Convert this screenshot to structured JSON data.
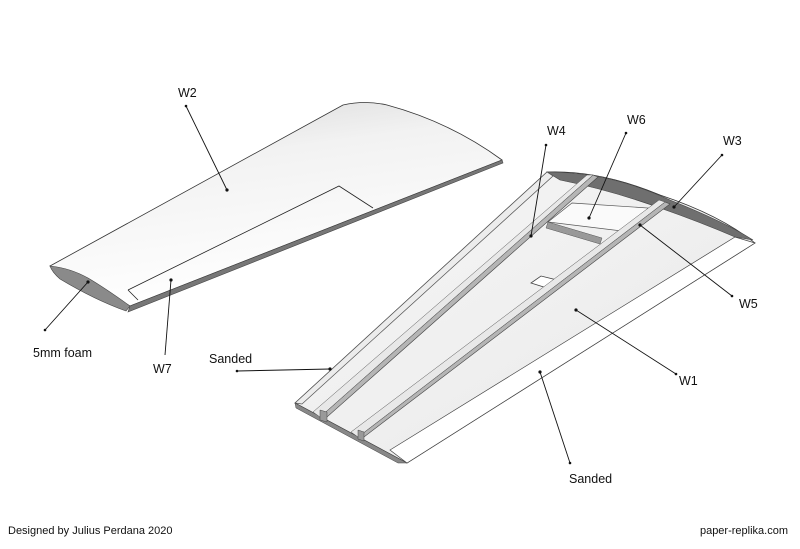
{
  "labels": {
    "w1": "W1",
    "w2": "W2",
    "w3": "W3",
    "w4": "W4",
    "w5": "W5",
    "w6": "W6",
    "w7": "W7",
    "foam": "5mm foam",
    "sanded_left": "Sanded",
    "sanded_right": "Sanded"
  },
  "footer": {
    "credit": "Designed by Julius Perdana 2020",
    "site": "paper-replika.com"
  }
}
